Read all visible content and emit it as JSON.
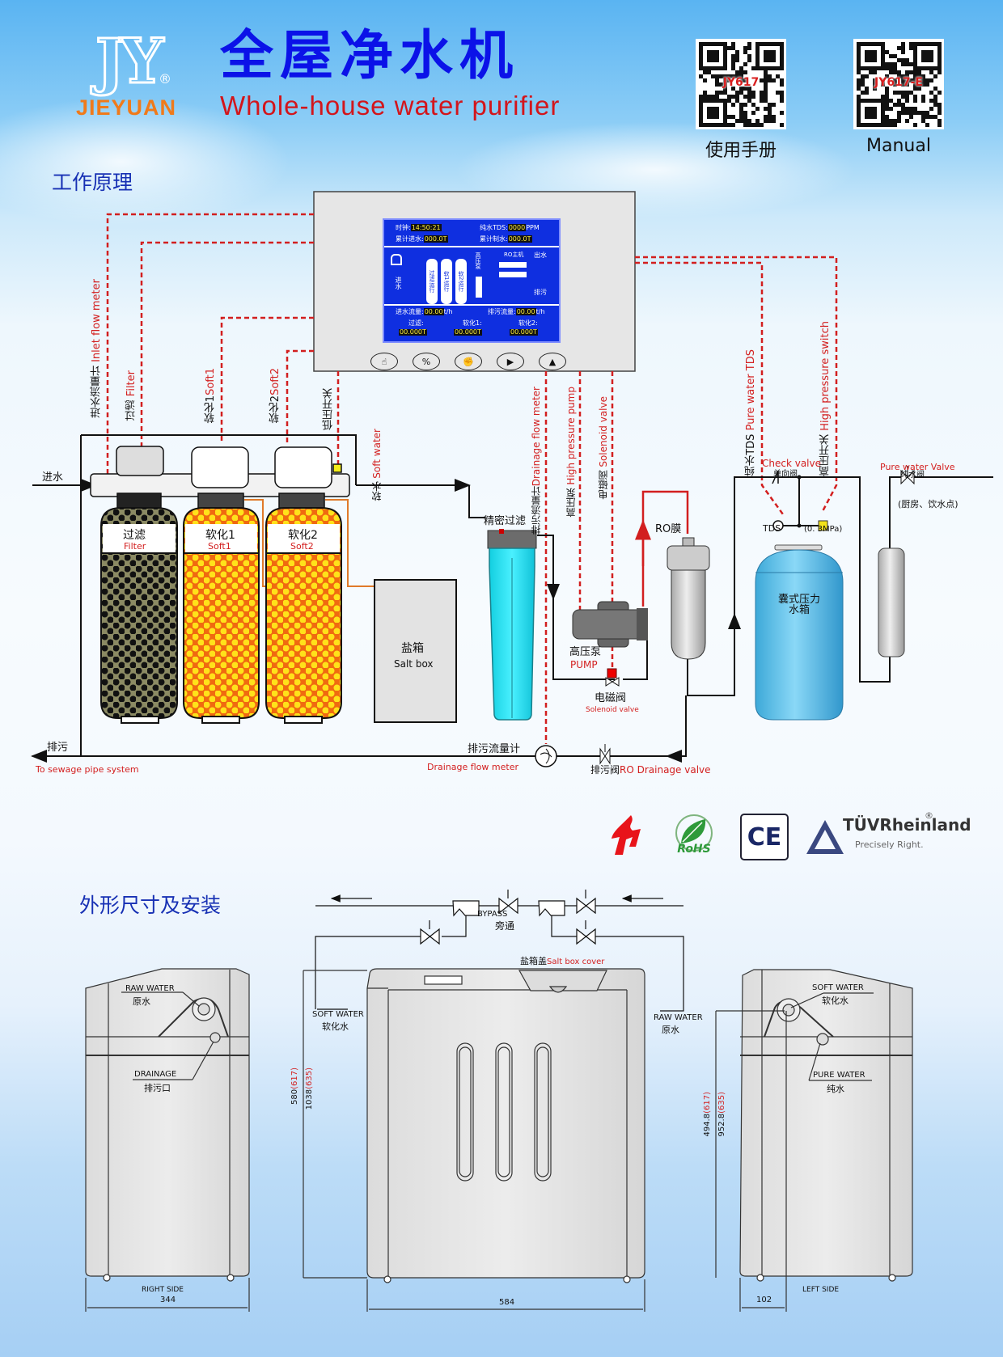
{
  "header": {
    "logo_mark": "JY",
    "logo_registered": "®",
    "brand_name": "JIEYUAN",
    "title_cn": "全屋净水机",
    "title_en": "Whole-house water purifier",
    "qr_codes": [
      {
        "code_label": "JY617",
        "caption": "使用手册"
      },
      {
        "code_label": "JY617-E",
        "caption": "Manual"
      }
    ]
  },
  "working_principle": {
    "section_title": "工作原理",
    "controller_screen": {
      "clock_label": "时钟:",
      "clock_value": "14:50:21",
      "tds_label": "纯水TDS:",
      "tds_value": "0000",
      "tds_unit": "PPM",
      "total_inlet_label": "累计进水:",
      "total_inlet_value": "000.0T",
      "total_produced_label": "累计制水:",
      "total_produced_value": "000.0T",
      "inlet_icon_label": "进水",
      "tank_labels": [
        "过滤运行",
        "软1运行",
        "软2运行"
      ],
      "pump_label": "高压泵",
      "ro_label": "RO主机",
      "outlet_label": "出水",
      "drain_label": "排污",
      "inlet_flow_label": "进水流量:",
      "inlet_flow_value": "00.00",
      "inlet_flow_unit": "t/h",
      "drain_flow_label": "排污流量:",
      "drain_flow_value": "00.00",
      "drain_flow_unit": "t/h",
      "counters": [
        {
          "label": "过滤:",
          "value": "00.000T"
        },
        {
          "label": "软化1:",
          "value": "00.000T"
        },
        {
          "label": "软化2:",
          "value": "00.000T"
        }
      ]
    },
    "controller_buttons": [
      {
        "icon": "hand-icon",
        "glyph": "☝"
      },
      {
        "icon": "percent-hand-icon",
        "glyph": "%"
      },
      {
        "icon": "fist-icon",
        "glyph": "✊"
      },
      {
        "icon": "play-icon",
        "glyph": "▶"
      },
      {
        "icon": "up-arrow-icon",
        "glyph": "▲"
      }
    ],
    "signal_labels": {
      "inlet_flow_meter_cn": "进水流量计",
      "inlet_flow_meter_en": "Inlet flow meter",
      "filter_cn": "过滤",
      "filter_en": "Filter",
      "soft1_cn": "软化1",
      "soft1_en": "Soft1",
      "soft2_cn": "软化2",
      "soft2_en": "Soft2",
      "low_pressure_switch_cn": "低压开关",
      "soft_water_cn": "软水",
      "soft_water_en": "Soft water",
      "drainage_flow_meter_cn": "排污流量计",
      "drainage_flow_meter_en": "Drainage flow meter",
      "high_pressure_pump_cn": "高压泵",
      "high_pressure_pump_en": "High pressure pump",
      "solenoid_valve_cn": "电磁阀",
      "solenoid_valve_en": "Solenoid valve",
      "pure_water_tds_cn": "纯水TDS",
      "pure_water_tds_en": "Pure water TDS",
      "high_pressure_switch_cn": "高压开关",
      "high_pressure_switch_en": "High pressure switch"
    },
    "components": {
      "inlet": "进水",
      "filter_tank_cn": "过滤",
      "filter_tank_en": "Filter",
      "soft1_tank_cn": "软化1",
      "soft1_tank_en": "Soft1",
      "soft2_tank_cn": "软化2",
      "soft2_tank_en": "Soft2",
      "salt_box_cn": "盐箱",
      "salt_box_en": "Salt box",
      "precision_filter": "精密过滤",
      "pump_cn": "高压泵",
      "pump_en": "PUMP",
      "solenoid_cn": "电磁阀",
      "solenoid_en": "Solenoid valve",
      "ro_membrane": "RO膜",
      "check_valve_en": "Check valve",
      "check_valve_cn": "单向阀",
      "tds_probe": "TDS",
      "pressure_value": "(0. 3MPa)",
      "pressure_tank": "囊式压力水箱",
      "pure_water_valve_en": "Pure water Valve",
      "pure_water_valve_cn": "纯水阀",
      "kitchen_outlet": "(厨房、饮水点)",
      "drain_cn": "排污",
      "drain_en": "To sewage pipe system",
      "drain_meter_cn": "排污流量计",
      "drain_meter_en": "Drainage flow meter",
      "drain_valve_cn": "排污阀",
      "drain_valve_en": "RO Drainage valve"
    }
  },
  "certifications": [
    {
      "name": "CQC"
    },
    {
      "name": "RoHS"
    },
    {
      "name": "CE"
    },
    {
      "name": "TÜVRheinland",
      "tagline": "Precisely Right.",
      "mark": "®"
    }
  ],
  "dimensions": {
    "section_title": "外形尺寸及安装",
    "bypass_en": "BYPASS",
    "bypass_cn": "旁通",
    "salt_box_cover_cn": "盐箱盖",
    "salt_box_cover_en": "Salt box cover",
    "soft_water_en": "SOFT WATER",
    "soft_water_cn": "软化水",
    "raw_water_en": "RAW WATER",
    "raw_water_cn": "原水",
    "right_side": {
      "raw_water_en": "RAW WATER",
      "raw_water_cn": "原水",
      "drainage_en": "DRAINAGE",
      "drainage_cn": "排污口",
      "width": "344",
      "view_label": "RIGHT SIDE"
    },
    "front": {
      "height_a": "580",
      "height_a_alt": "(617)",
      "height_b": "1038",
      "height_b_alt": "(635)",
      "width": "584"
    },
    "left_side": {
      "soft_water_en": "SOFT WATER",
      "soft_water_cn": "软化水",
      "pure_water_en": "PURE WATER",
      "pure_water_cn": "纯水",
      "height_a": "494.8",
      "height_a_alt": "(617)",
      "height_b": "952.8",
      "height_b_alt": "(635)",
      "depth": "102",
      "view_label": "LEFT SIDE"
    }
  }
}
